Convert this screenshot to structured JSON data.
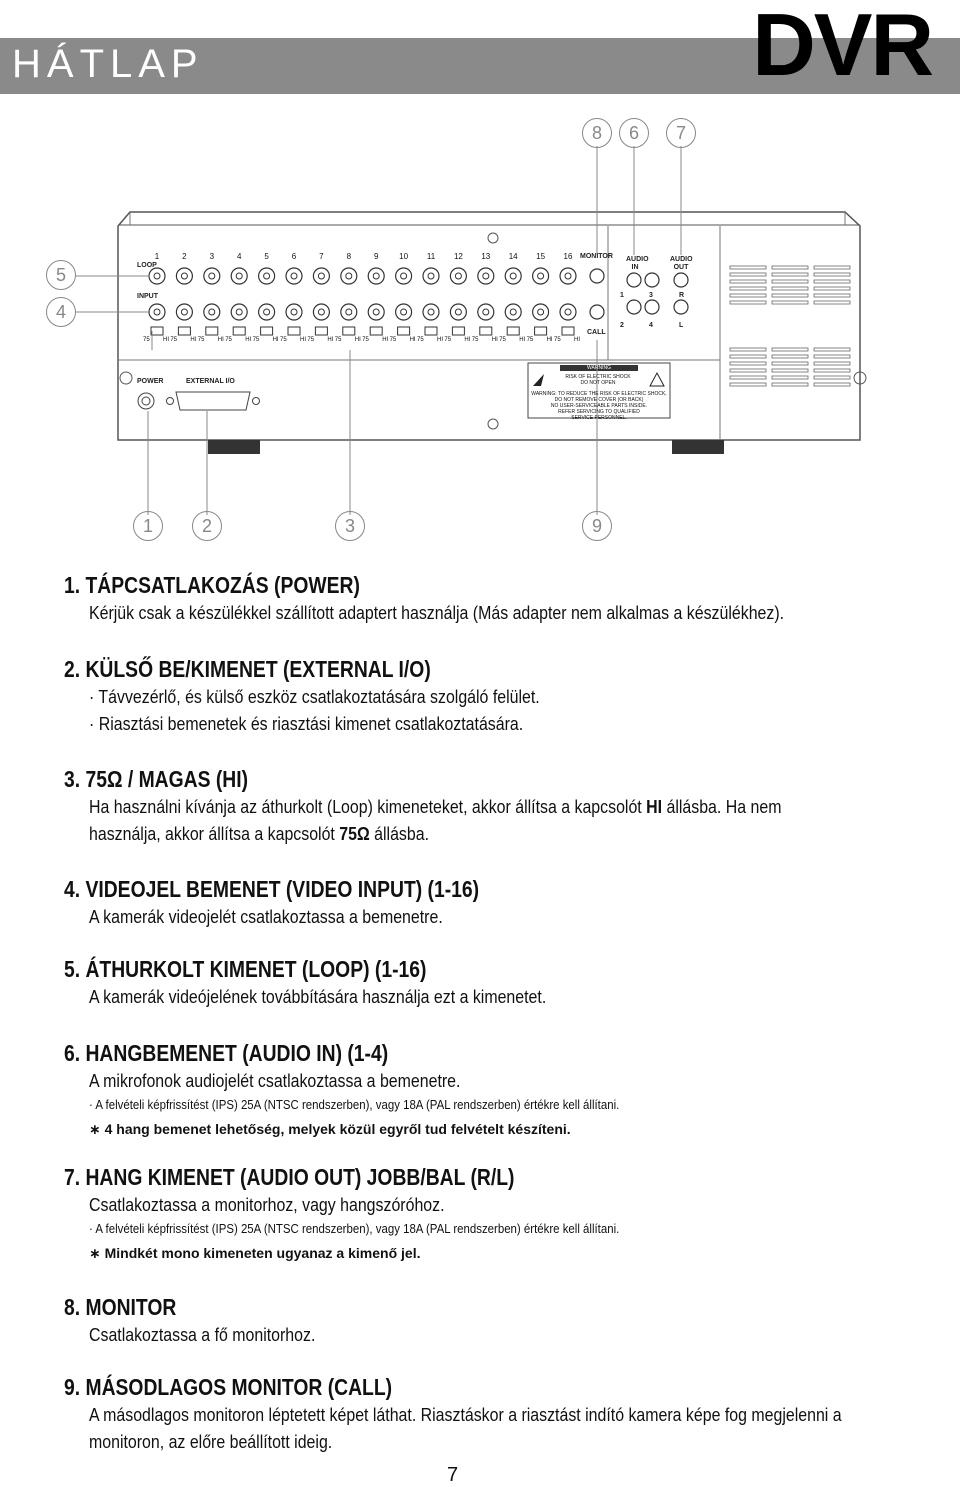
{
  "header": {
    "title": "HÁTLAP",
    "logo": "DVR"
  },
  "callouts": [
    "8",
    "6",
    "7",
    "5",
    "4",
    "1",
    "2",
    "3",
    "9"
  ],
  "panel": {
    "loop_label": "LOOP",
    "input_label": "INPUT",
    "channels": [
      "1",
      "2",
      "3",
      "4",
      "5",
      "6",
      "7",
      "8",
      "9",
      "10",
      "11",
      "12",
      "13",
      "14",
      "15",
      "16"
    ],
    "monitor_label": "MONITOR",
    "call_label": "CALL",
    "audio_in_label": "AUDIO IN",
    "audio_out_label": "AUDIO OUT",
    "audio_in_nums": [
      "1",
      "3",
      "2",
      "4"
    ],
    "audio_out_nums": [
      "R",
      "L"
    ],
    "switch_labels": [
      "75",
      "HI"
    ],
    "power_label": "POWER",
    "external_label": "EXTERNAL I/O",
    "warning_title": "WARNING",
    "warning_sub1": "RISK OF ELECTRIC SHOCK",
    "warning_sub2": "DO NOT OPEN",
    "warning_body": [
      "WARNING: TO REDUCE THE RISK OF ELECTRIC SHOCK,",
      "DO NOT REMOVE COVER (OR BACK)",
      "NO USER-SERVICEABLE PARTS INSIDE.",
      "REFER SERVICING TO QUALIFIED",
      "SERVICE PERSONNEL."
    ]
  },
  "sections": [
    {
      "head": "1. TÁPCSATLAKOZÁS (POWER)",
      "lines": [
        "Kérjük csak a készülékkel szállított adaptert használja (Más adapter nem alkalmas a készülékhez)."
      ]
    },
    {
      "head": "2. KÜLSŐ BE/KIMENET (EXTERNAL I/O)",
      "lines": [
        "· Távvezérlő, és külső eszköz csatlakoztatására szolgáló felület.",
        "· Riasztási bemenetek és riasztási kimenet csatlakoztatására."
      ]
    },
    {
      "head": "3. 75Ω / MAGAS (HI)",
      "line1_a": "Ha használni kívánja az áthurkolt (Loop) kimeneteket, akkor állítsa a kapcsolót ",
      "line1_b": "HI",
      "line1_c": " állásba. Ha nem",
      "line2_a": "használja, akkor állítsa a kapcsolót ",
      "line2_b": "75Ω",
      "line2_c": " állásba."
    },
    {
      "head": "4. VIDEOJEL BEMENET (VIDEO INPUT) (1-16)",
      "lines": [
        "A kamerák videojelét csatlakoztassa a bemenetre."
      ]
    },
    {
      "head": "5. ÁTHURKOLT KIMENET (LOOP) (1-16)",
      "lines": [
        "A kamerák videójelének továbbítására használja ezt a kimenetet."
      ]
    },
    {
      "head": "6. HANGBEMENET (AUDIO IN) (1-4)",
      "lines": [
        "A mikrofonok audiojelét csatlakoztassa a bemenetre."
      ],
      "small": "· A felvételi képfrissítést (IPS) 25A (NTSC rendszerben), vagy 18A (PAL rendszerben) értékre kell állítani.",
      "note": "∗ 4 hang bemenet lehetőség, melyek közül egyről  tud felvételt készíteni."
    },
    {
      "head": "7. HANG KIMENET (AUDIO OUT) JOBB/BAL (R/L)",
      "lines": [
        "Csatlakoztassa a monitorhoz, vagy hangszóróhoz."
      ],
      "small": "· A felvételi képfrissítést (IPS) 25A (NTSC rendszerben), vagy 18A (PAL rendszerben) értékre kell állítani.",
      "note": "∗ Mindkét mono kimeneten ugyanaz a kimenő jel."
    },
    {
      "head": "8. MONITOR",
      "lines": [
        "Csatlakoztassa a fő monitorhoz."
      ]
    },
    {
      "head": "9. MÁSODLAGOS MONITOR (CALL)",
      "lines": [
        "A másodlagos monitoron léptetett képet láthat. Riasztáskor a riasztást indító kamera képe fog megjelenni a",
        "monitoron, az előre beállított ideig."
      ]
    }
  ],
  "page_number": "7"
}
